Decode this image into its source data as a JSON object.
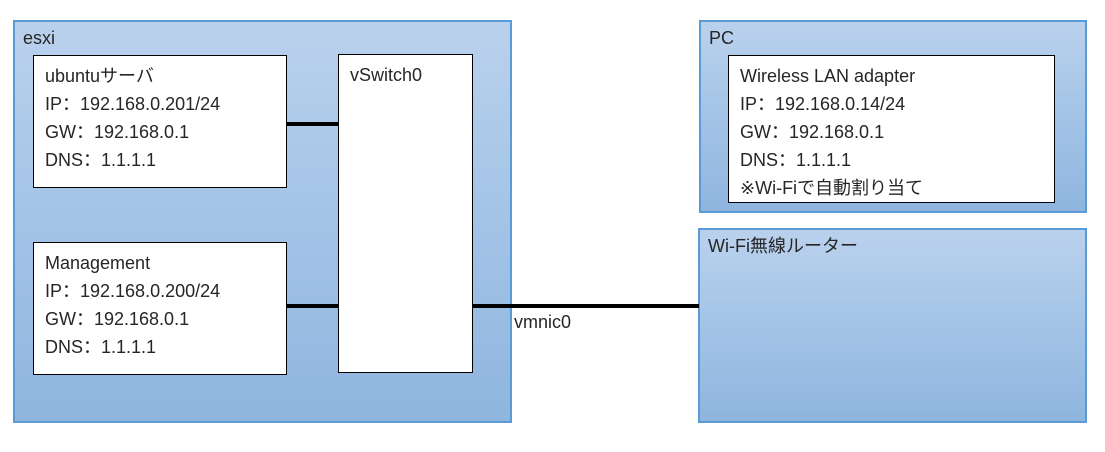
{
  "groups": {
    "esxi": {
      "label": "esxi"
    },
    "pc": {
      "label": "PC"
    },
    "router": {
      "label": "Wi-Fi無線ルーター"
    }
  },
  "nodes": {
    "ubuntu_server": {
      "lines": [
        "ubuntuサーバ",
        "IP：192.168.0.201/24",
        "GW：192.168.0.1",
        "DNS：1.1.1.1"
      ]
    },
    "management": {
      "lines": [
        "Management",
        "IP：192.168.0.200/24",
        "GW：192.168.0.1",
        "DNS：1.1.1.1"
      ]
    },
    "vswitch": {
      "label": "vSwitch0"
    },
    "wireless_adapter": {
      "lines": [
        "Wireless LAN adapter",
        "IP：192.168.0.14/24",
        "GW：192.168.0.1",
        "DNS：1.1.1.1",
        "※Wi-Fiで自動割り当て"
      ]
    }
  },
  "connectors": {
    "vmnic_label": "vmnic0"
  },
  "colors": {
    "container_border": "#5b9bd5",
    "container_fill_top": "#bad1ed",
    "container_fill_bottom": "#8fb5df",
    "node_border": "#000000",
    "node_fill": "#ffffff",
    "connector": "#000000",
    "text": "#262626"
  }
}
